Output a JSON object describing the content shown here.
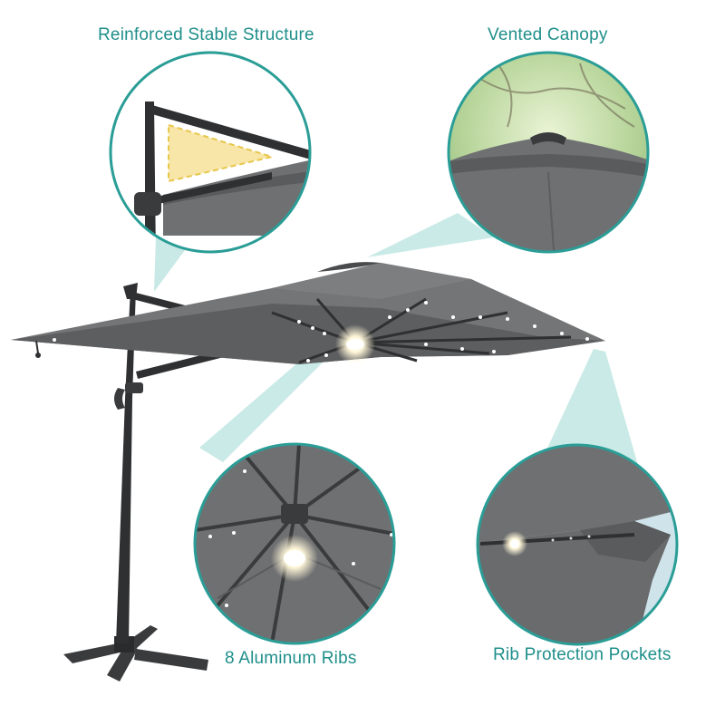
{
  "callouts": {
    "top_left": "Reinforced Stable Structure",
    "top_right": "Vented Canopy",
    "bottom_left": "8 Aluminum Ribs",
    "bottom_right": "Rib Protection Pockets"
  },
  "colors": {
    "teal_label": "#1f8f8a",
    "teal_ring": "#2a9d96",
    "teal_beam": "#bfe6e2",
    "canopy": "#6f7072",
    "frame": "#2f3032",
    "highlight_yellow": "#f7e6a8"
  }
}
